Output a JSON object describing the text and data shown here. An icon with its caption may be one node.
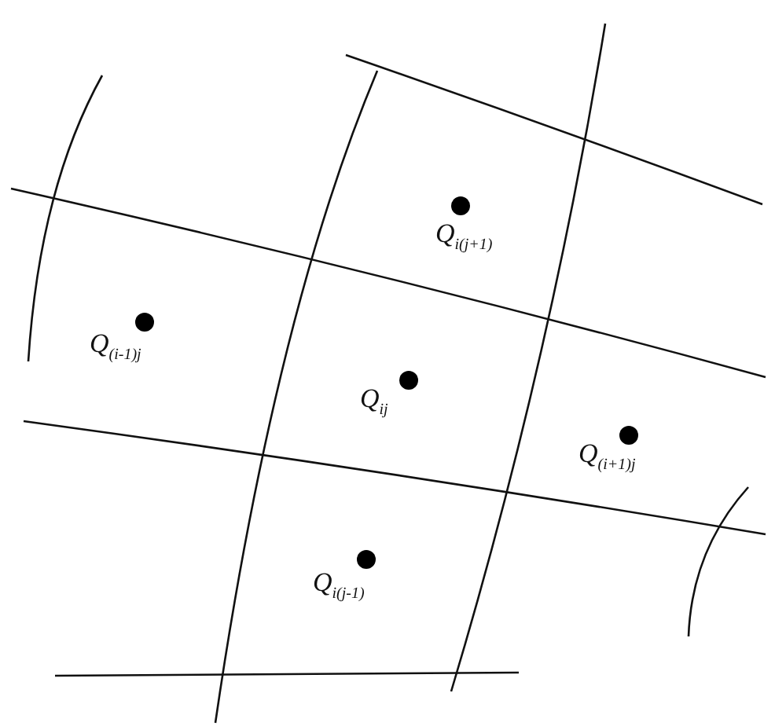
{
  "diagram": {
    "labels": [
      "Q$_{i(j+1)}$",
      "Q$_{(i-1)j}$",
      "Q$_{ij}$",
      "Q$_{(i+1)j}$",
      "Q$_{i(j-1)}$"
    ]
  }
}
